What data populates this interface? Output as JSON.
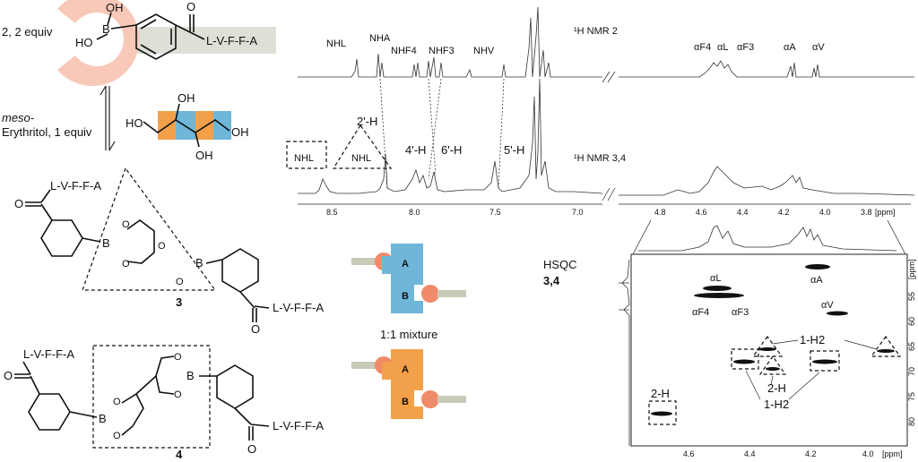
{
  "reagents": {
    "compound2_label": "2, 2 equiv",
    "erythritol_line1": "meso-",
    "erythritol_line2": "Erythritol, 1 equiv",
    "peptide": "L-V-F-F-A",
    "compound3": "3",
    "compound4": "4",
    "mixture": "1:1 mixture",
    "box_a": "A",
    "box_b": "B",
    "atom_B": "B",
    "atom_O": "O",
    "atom_OH": "OH",
    "atom_HO": "HO"
  },
  "spectra": {
    "nmr2_title": "¹H NMR 2",
    "nmr34_title": "¹H NMR 3,4",
    "hsqc_title": "HSQC",
    "hsqc_sub": "3,4",
    "peaks_top": [
      "NHL",
      "NHA",
      "NHF4",
      "NHF3",
      "NHV",
      "αF4",
      "αL",
      "αF3",
      "αA",
      "αV"
    ],
    "peaks_mid": [
      "NHL",
      "NHL",
      "2'-H",
      "4'-H",
      "6'-H",
      "5'-H"
    ],
    "hsqc_labels": [
      "αL",
      "αA",
      "αF4",
      "αF3",
      "αV",
      "1-H2",
      "2-H",
      "1-H2",
      "2-H"
    ],
    "ppm_left_ticks": [
      "8.5",
      "8.0",
      "7.5",
      "7.0"
    ],
    "ppm_right_ticks": [
      "4.8",
      "4.6",
      "4.4",
      "4.2",
      "4.0",
      "3.8"
    ],
    "ppm_unit": "[ppm]",
    "hsqc_x_ticks": [
      "4.6",
      "4.4",
      "4.2",
      "4.0"
    ],
    "hsqc_y_ticks": [
      "55",
      "60",
      "65",
      "70",
      "75",
      "80"
    ],
    "hsqc_y_unit": "[ppm]"
  },
  "colors": {
    "boron_disk": "#f8c8b8",
    "box_blue": "#6fb6d8",
    "box_orange": "#f3a04b",
    "peptide_band": "#dedfd6",
    "connector": "#c8c9b7",
    "knob": "#ef8a6a"
  }
}
